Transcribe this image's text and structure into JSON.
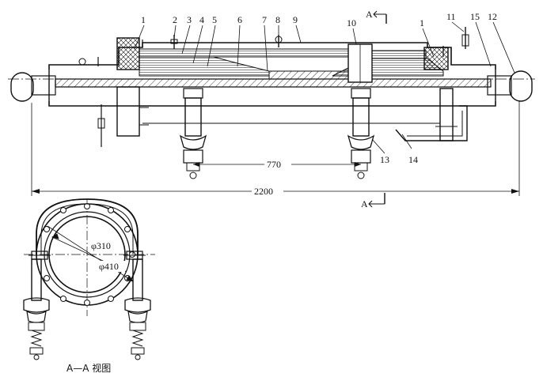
{
  "callouts": [
    "1",
    "2",
    "3",
    "4",
    "5",
    "6",
    "7",
    "8",
    "9",
    "10",
    "1",
    "11",
    "15",
    "12",
    "13",
    "14"
  ],
  "section_marker": "A",
  "dimensions": {
    "spacing": "770",
    "overall_length": "2200",
    "inner_diameter": "φ310",
    "outer_diameter": "φ410"
  },
  "section_view_caption": "A—A 视图"
}
